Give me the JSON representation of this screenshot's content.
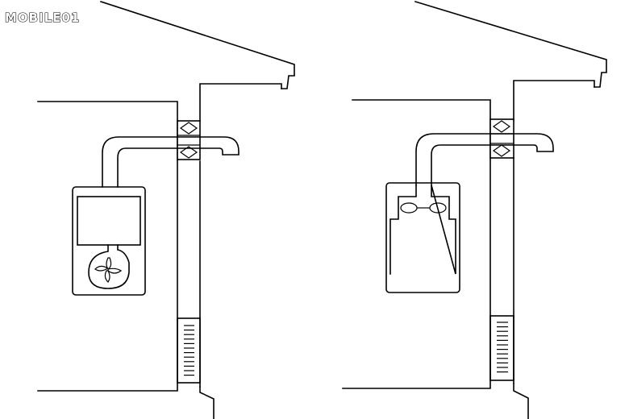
{
  "watermark": {
    "text": "MOBILE01",
    "style": "outlined"
  },
  "diagrams": [
    {
      "id": "left",
      "appliance": "water-heater-with-fan",
      "duct": "wall-through-exhaust",
      "wall_vent": "louvered-grille"
    },
    {
      "id": "right",
      "appliance": "water-heater-natural-draft",
      "duct": "wall-through-exhaust",
      "wall_vent": "louvered-grille"
    }
  ],
  "colors": {
    "line": "#000000",
    "background": "#ffffff"
  }
}
